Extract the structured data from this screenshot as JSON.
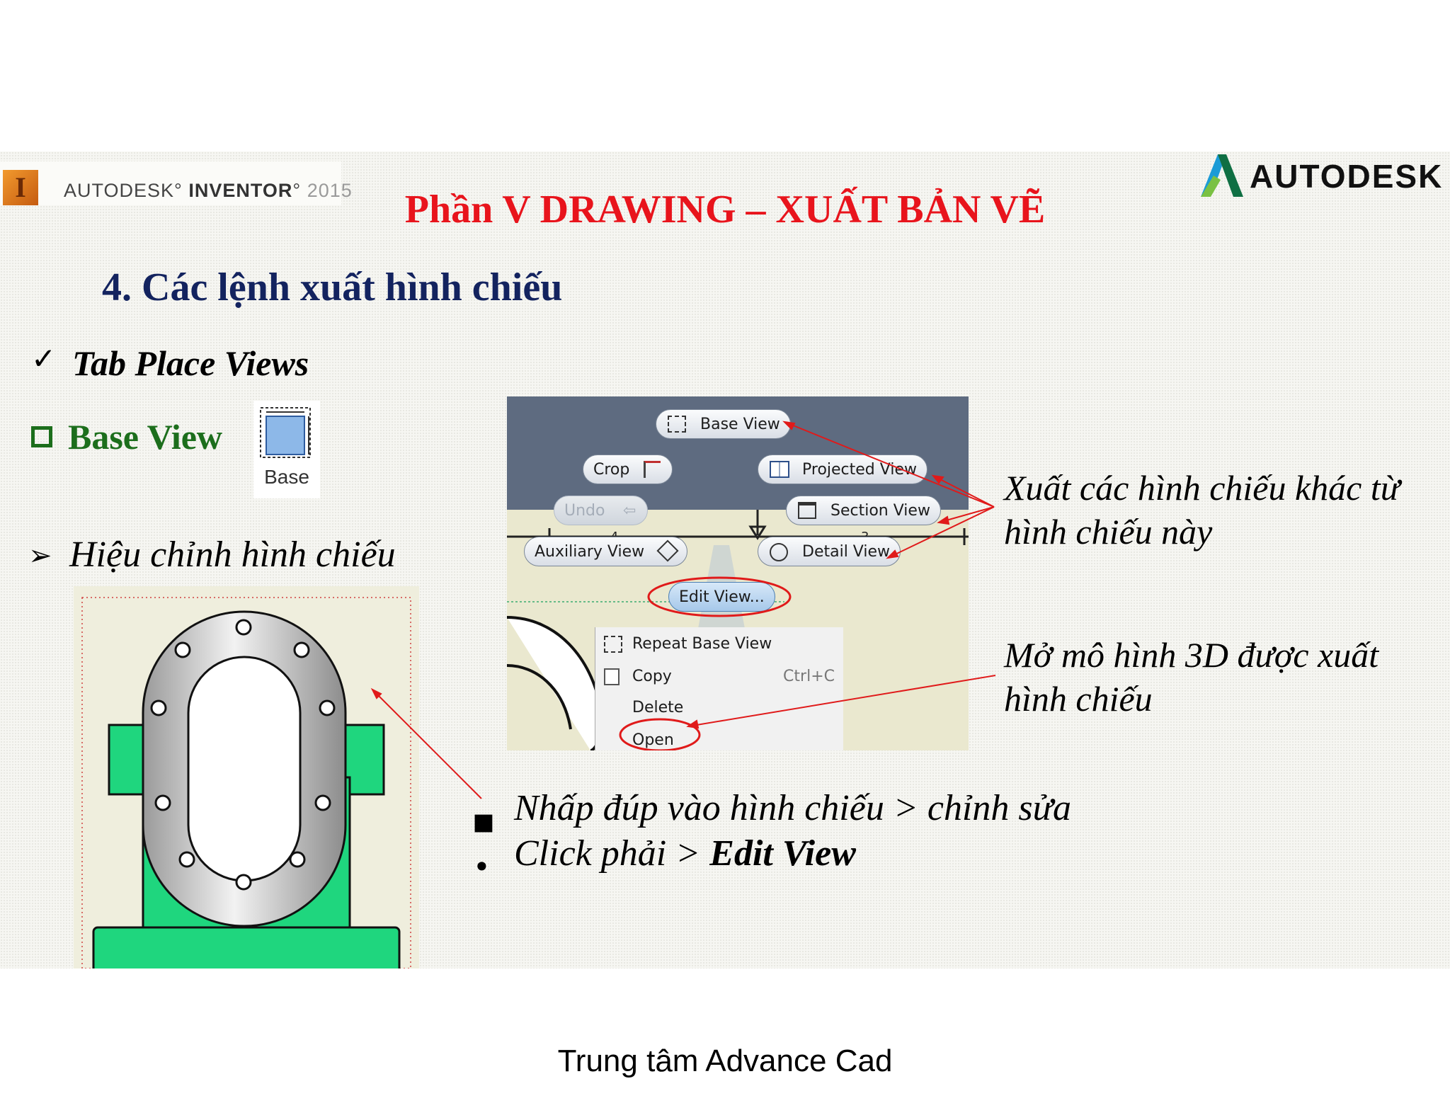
{
  "header": {
    "inventor_logo_letter": "I",
    "inventor_brand": "AUTODESK",
    "inventor_product": "INVENTOR",
    "inventor_year": "2015",
    "autodesk_logo": "AUTODESK",
    "title": "Phần V DRAWING – XUẤT BẢN VẼ"
  },
  "section": {
    "heading": "4. Các lệnh xuất hình chiếu",
    "tab_label": "Tab Place Views",
    "base_view_label": "Base View",
    "base_button_label": "Base",
    "edit_heading": "Hiệu chỉnh hình chiếu"
  },
  "context_menu": {
    "pills": {
      "base_view": "Base View",
      "crop": "Crop",
      "projected_view": "Projected View",
      "undo": "Undo",
      "section_view": "Section View",
      "auxiliary_view": "Auxiliary View",
      "detail_view": "Detail View",
      "edit_view": "Edit View..."
    },
    "ruler": {
      "mark_4": "4",
      "mark_3": "3"
    },
    "items": [
      {
        "label": "Repeat Base View",
        "shortcut": ""
      },
      {
        "label": "Copy",
        "shortcut": "Ctrl+C"
      },
      {
        "label": "Delete",
        "shortcut": ""
      },
      {
        "label": "Open",
        "shortcut": ""
      }
    ]
  },
  "annotations": {
    "other_views_1": "Xuất các hình chiếu khác từ",
    "other_views_2": "hình chiếu này",
    "open_model_1": "Mở mô hình 3D được xuất",
    "open_model_2": "hình chiếu"
  },
  "bullets": {
    "line1": "Nhấp đúp vào hình chiếu > chỉnh sửa",
    "line2_prefix": "Click phải > ",
    "line2_bold": "Edit View"
  },
  "footer": "Trung tâm Advance Cad",
  "colors": {
    "title": "#e8141c",
    "heading": "#13235f",
    "base_view": "#1c6e1c",
    "part_green": "#1fd67e"
  }
}
